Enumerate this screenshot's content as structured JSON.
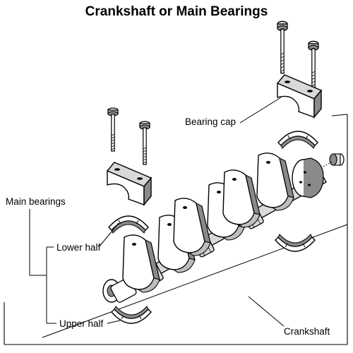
{
  "title": "Crankshaft or Main Bearings",
  "labels": {
    "bearing_cap": "Bearing cap",
    "main_bearings": "Main bearings",
    "lower_half": "Lower half",
    "upper_half": "Upper half",
    "crankshaft": "Crankshaft"
  },
  "colors": {
    "line": "#000000",
    "shade": "#8a8a8a",
    "light": "#d9d9d9",
    "background": "#ffffff"
  }
}
